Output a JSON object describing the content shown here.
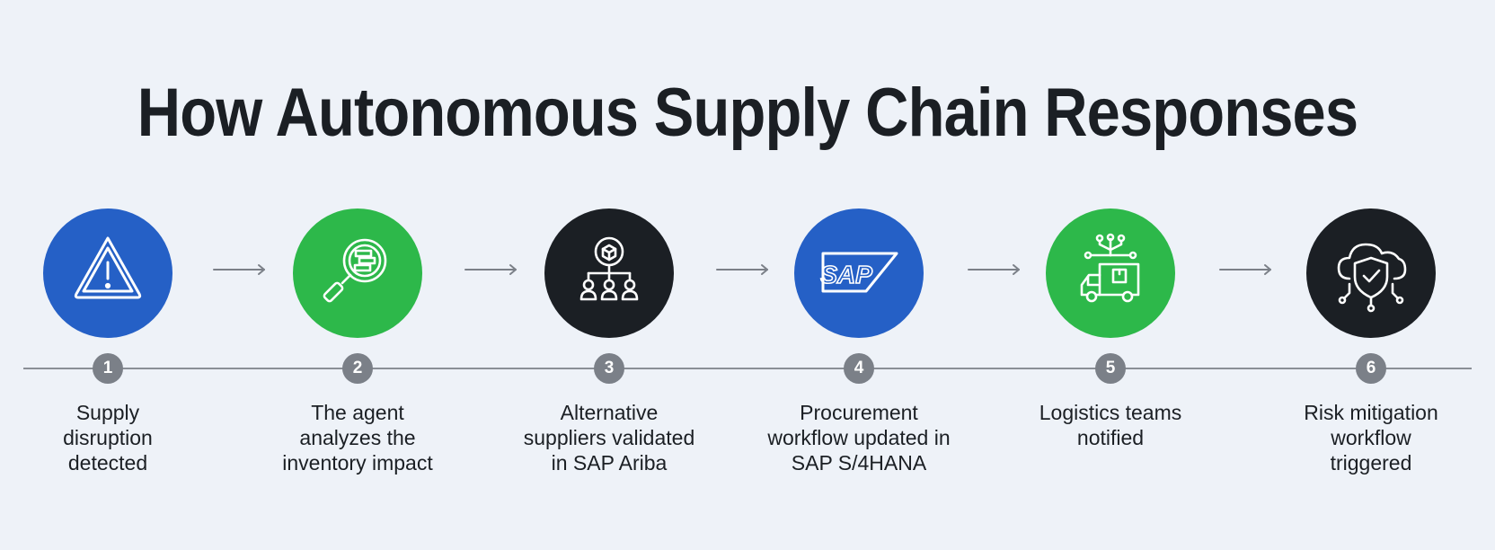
{
  "title": "How Autonomous Supply Chain Responses",
  "colors": {
    "blue": "#2560c6",
    "green": "#2db84a",
    "dark": "#1b1f24",
    "badge": "#7b8088",
    "line": "#8a8f96",
    "background": "#eef2f8"
  },
  "steps": [
    {
      "number": "1",
      "label": "Supply\ndisruption\ndetected",
      "icon": "warning-triangle-icon",
      "color": "#2560c6"
    },
    {
      "number": "2",
      "label": "The agent\nanalyzes the\ninventory impact",
      "icon": "magnifier-inventory-icon",
      "color": "#2db84a"
    },
    {
      "number": "3",
      "label": "Alternative\nsuppliers validated\nin SAP Ariba",
      "icon": "supplier-network-icon",
      "color": "#1b1f24"
    },
    {
      "number": "4",
      "label": "Procurement\nworkflow updated in\nSAP S/4HANA",
      "icon": "sap-logo-icon",
      "color": "#2560c6",
      "logo_text": "SAP"
    },
    {
      "number": "5",
      "label": "Logistics teams\nnotified",
      "icon": "delivery-truck-icon",
      "color": "#2db84a"
    },
    {
      "number": "6",
      "label": "Risk mitigation\nworkflow\ntriggered",
      "icon": "cloud-shield-icon",
      "color": "#1b1f24"
    }
  ]
}
